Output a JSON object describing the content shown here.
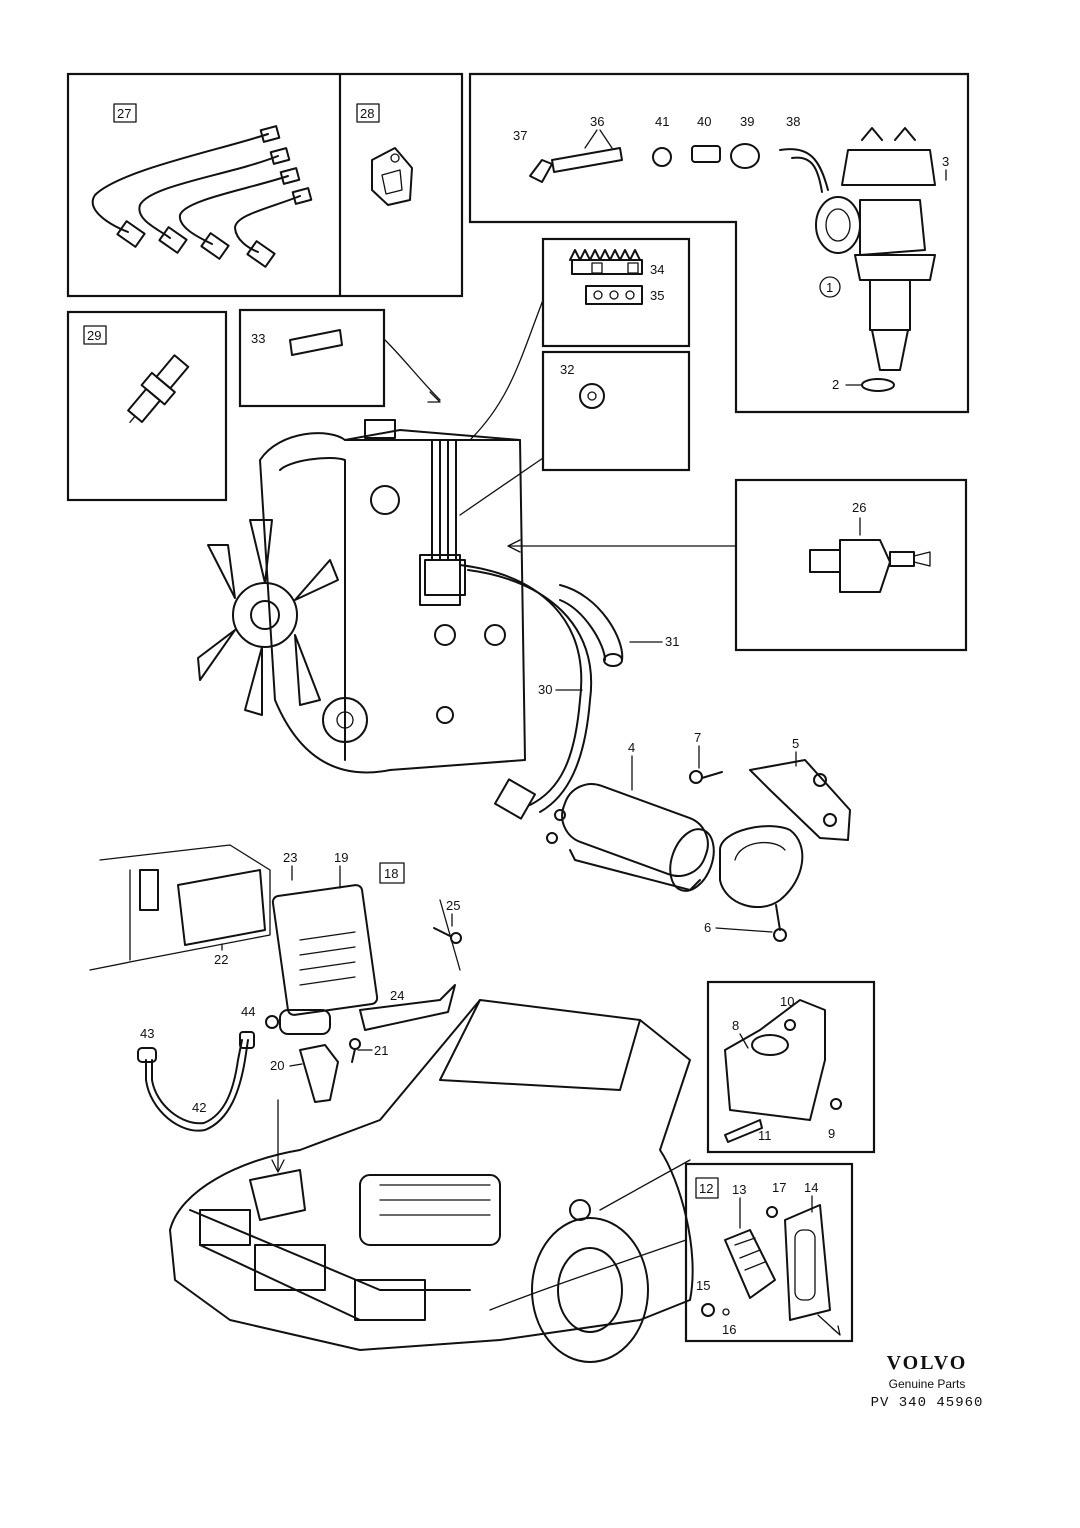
{
  "labels": {
    "p1": "1",
    "p2": "2",
    "p3": "3",
    "p4": "4",
    "p5": "5",
    "p6": "6",
    "p7": "7",
    "p8": "8",
    "p9": "9",
    "p10": "10",
    "p11": "11",
    "p12": "12",
    "p13": "13",
    "p14": "14",
    "p15": "15",
    "p16": "16",
    "p17": "17",
    "p18": "18",
    "p19": "19",
    "p20": "20",
    "p21": "21",
    "p22": "22",
    "p23": "23",
    "p24": "24",
    "p25": "25",
    "p26": "26",
    "p27": "27",
    "p28": "28",
    "p29": "29",
    "p30": "30",
    "p31": "31",
    "p32": "32",
    "p33": "33",
    "p34": "34",
    "p35": "35",
    "p36": "36",
    "p37": "37",
    "p38": "38",
    "p39": "39",
    "p40": "40",
    "p41": "41",
    "p42": "42",
    "p43": "43",
    "p44": "44"
  },
  "footer": {
    "brand": "VOLVO",
    "subtitle": "Genuine Parts",
    "code": "PV 340  45960"
  }
}
